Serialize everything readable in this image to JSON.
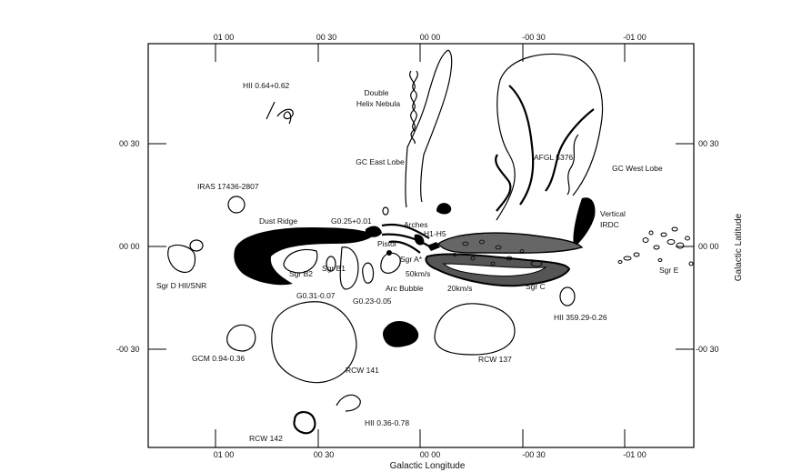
{
  "axes": {
    "x_title": "Galactic Longitude",
    "y_title": "Galactic Latitude",
    "x_ticks": [
      "01 00",
      "00 30",
      "00 00",
      "-00 30",
      "-01 00"
    ],
    "y_ticks": [
      "00 30",
      "00 00",
      "-00 30"
    ]
  },
  "labels": {
    "hii_064": "HII 0.64+0.62",
    "double_helix_1": "Double",
    "double_helix_2": "Helix Nebula",
    "gc_east_lobe": "GC East Lobe",
    "afgl": "AFGL  5376",
    "gc_west_lobe": "GC West Lobe",
    "iras": "IRAS 17436-2807",
    "dust_ridge": "Dust Ridge",
    "g025": "G0.25+0.01",
    "arches": "Arches",
    "h1h5": "H1-H5",
    "vertical": "Vertical",
    "irdc": "IRDC",
    "pistol": "Pistol",
    "sgr_a": "Sgr A*",
    "sgr_b2": "Sgr B2",
    "sgr_b1": "Sgr B1",
    "kms50": "50km/s",
    "sgr_d": "Sgr D HII/SNR",
    "g031": "G0.31-0.07",
    "g023": "G0.23-0.05",
    "arc_bubble": "Arc Bubble",
    "kms20": "20km/s",
    "sgr_c": "Sgr C",
    "sgr_e": "Sgr E",
    "hii_359": "HII 359.29-0.26",
    "gcm": "GCM 0.94-0.36",
    "rcw141": "RCW 141",
    "rcw137": "RCW 137",
    "rcw142": "RCW 142",
    "hii_036": "HII 0.36-0.78"
  }
}
